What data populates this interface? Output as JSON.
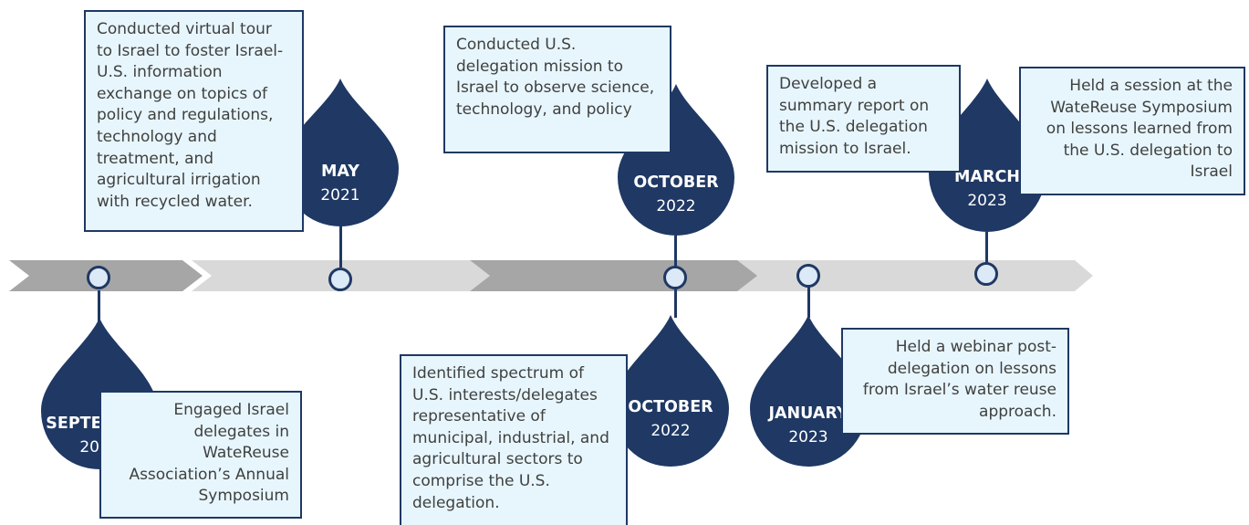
{
  "colors": {
    "navy": "#1f3864",
    "box_fill": "#e7f6fd",
    "arrow_dark": "#a6a6a6",
    "arrow_light": "#d9d9d9",
    "node_fill": "#dce9f6",
    "text": "#404040"
  },
  "milestones": [
    {
      "month": "SEPTEMBER",
      "year": "2020",
      "text": "Engaged Israel delegates in WateReuse Association’s Annual Symposium"
    },
    {
      "month": "MAY",
      "year": "2021",
      "text": "Conducted virtual tour to Israel to foster Israel-U.S. information exchange on topics of policy and regulations, technology and treatment, and agricultural irrigation with recycled water."
    },
    {
      "month": "OCTOBER",
      "year": "2022",
      "text": "Conducted U.S. delegation mission to Israel to observe science, technology, and policy"
    },
    {
      "month": "OCTOBER",
      "year": "2022",
      "text": "Identified spectrum of U.S. interests/delegates representative of municipal, industrial, and agricultural sectors to comprise the U.S. delegation."
    },
    {
      "month": "JANUARY",
      "year": "2023",
      "text": "Held a webinar post-delegation on lessons from Israel’s water reuse approach."
    },
    {
      "month": "MARCH",
      "year": "2023",
      "text": "Held a session at the WateReuse Symposium on lessons learned from the U.S. delegation to Israel"
    },
    {
      "month": "",
      "year": "",
      "text": "Developed a summary report on the U.S. delegation mission to Israel."
    }
  ]
}
